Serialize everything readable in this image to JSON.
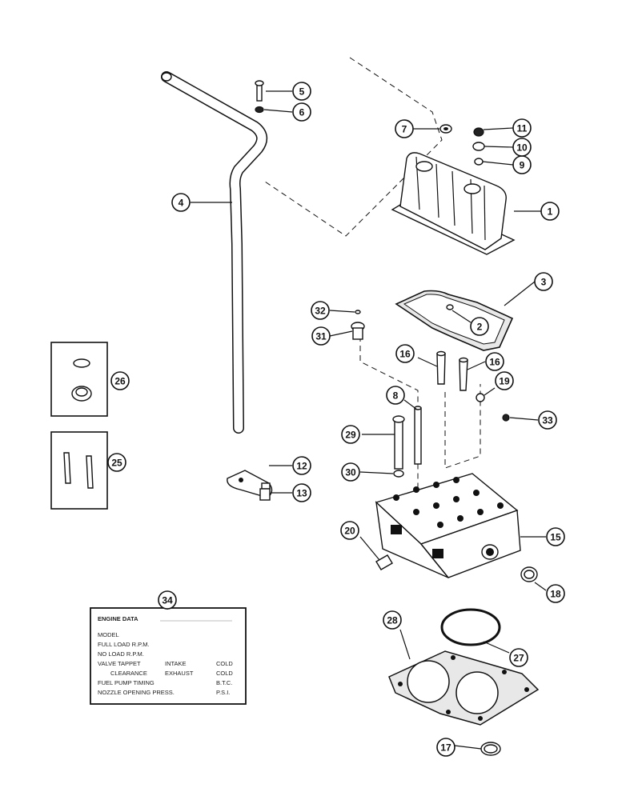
{
  "callouts": [
    "1",
    "2",
    "3",
    "4",
    "5",
    "6",
    "7",
    "8",
    "9",
    "10",
    "11",
    "12",
    "13",
    "15",
    "16",
    "16",
    "17",
    "18",
    "19",
    "20",
    "25",
    "26",
    "27",
    "28",
    "29",
    "30",
    "31",
    "32",
    "33",
    "34"
  ],
  "plate": {
    "title": "ENGINE DATA",
    "rows": [
      {
        "label": "MODEL",
        "col2": "",
        "col3": ""
      },
      {
        "label": "FULL LOAD R.P.M.",
        "col2": "",
        "col3": ""
      },
      {
        "label": "NO LOAD R.P.M.",
        "col2": "",
        "col3": ""
      },
      {
        "label": "VALVE TAPPET",
        "col2": "INTAKE",
        "col3": "COLD"
      },
      {
        "label": "CLEARANCE",
        "col2": "EXHAUST",
        "col3": "COLD"
      },
      {
        "label": "FUEL PUMP TIMING",
        "col2": "",
        "col3": "B.T.C."
      },
      {
        "label": "NOZZLE OPENING PRESS.",
        "col2": "",
        "col3": "P.S.I."
      }
    ]
  }
}
